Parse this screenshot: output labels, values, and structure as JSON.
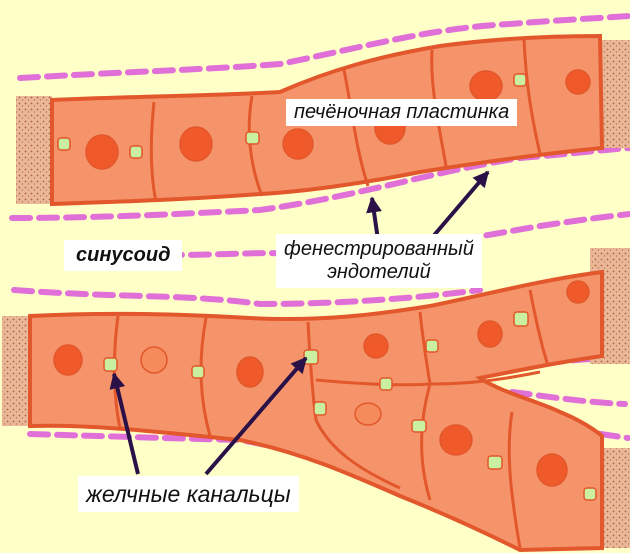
{
  "labels": {
    "liver_plate": "печёночная пластинка",
    "sinusoid": "синусоид",
    "endothelium_line1": "фенестрированный",
    "endothelium_line2": "эндотелий",
    "bile_canaliculi": "желчные канальцы"
  },
  "colors": {
    "background": "#FFFFC8",
    "hepatocyte_fill": "#F5946A",
    "cell_border": "#E2572B",
    "nucleus": "#F05A2A",
    "bile_canaliculus": "#C8F0A0",
    "endothelium": "#E070D8",
    "arrow": "#2A1248",
    "fibrous_edge": "#C07050"
  }
}
